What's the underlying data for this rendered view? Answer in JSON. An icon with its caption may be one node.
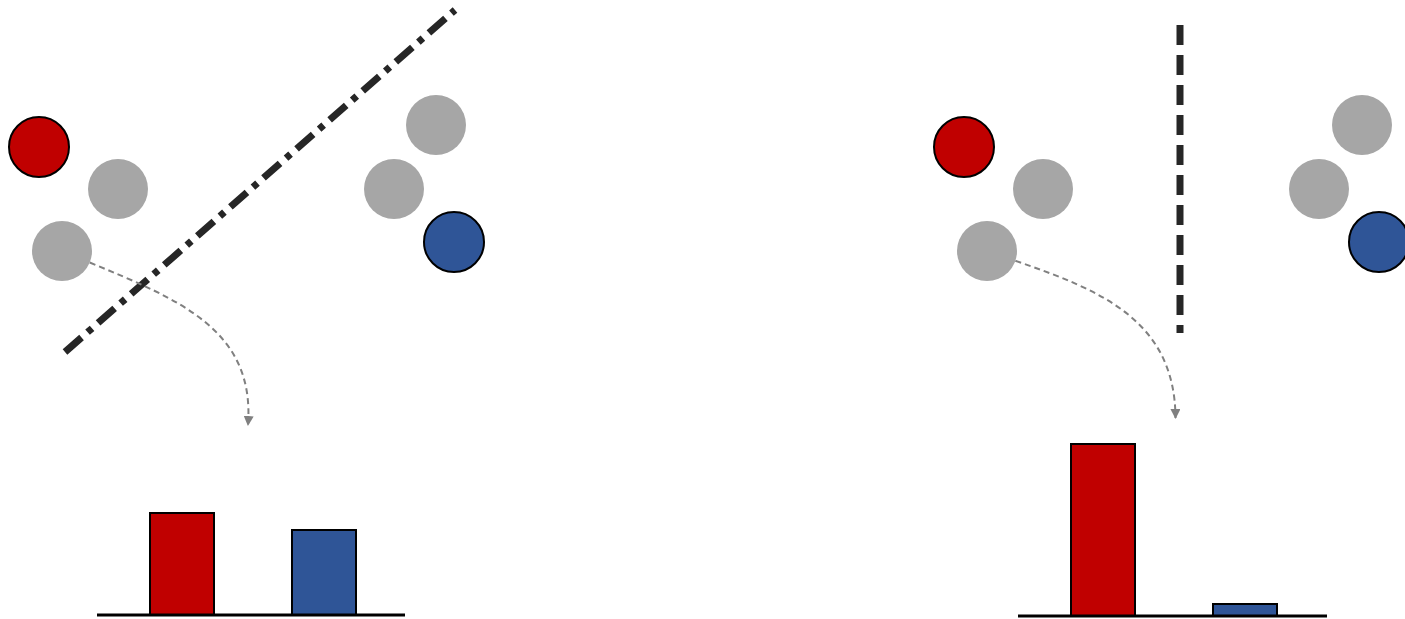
{
  "diagram": {
    "nodes": [
      {
        "text": [],
        "shape": "circle"
      },
      {
        "text": [],
        "shape": "circle"
      },
      {
        "text": [],
        "shape": "circle"
      },
      {
        "text": [],
        "shape": "circle"
      },
      {
        "text": [],
        "shape": "circle"
      },
      {
        "text": [],
        "shape": "circle"
      },
      {
        "text": [],
        "shape": "bar"
      },
      {
        "text": [],
        "shape": "circle"
      },
      {
        "text": [],
        "shape": "circle"
      },
      {
        "text": [],
        "shape": "circle"
      },
      {
        "text": [],
        "shape": "circle"
      },
      {
        "text": [],
        "shape": "circle"
      },
      {
        "text": [],
        "shape": "circle"
      },
      {
        "text": [],
        "shape": "bar"
      }
    ],
    "edges": [
      {
        "from": 2,
        "to": 6,
        "arrow": "to",
        "style": "dashed",
        "color": "#808080"
      },
      {
        "from": 9,
        "to": 13,
        "arrow": "to",
        "style": "dashed",
        "color": "#808080"
      }
    ]
  }
}
